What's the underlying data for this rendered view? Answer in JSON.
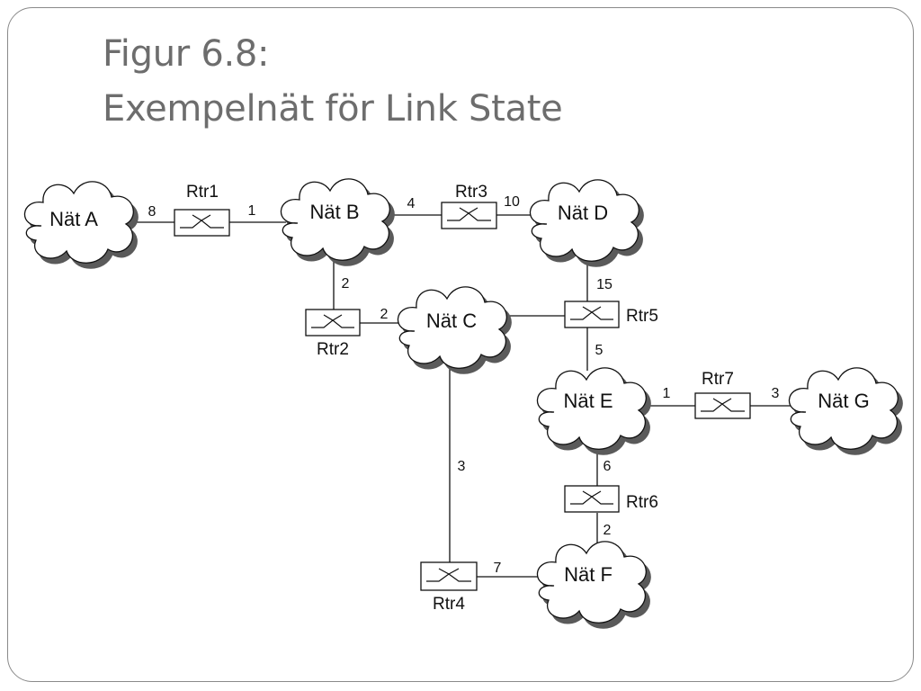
{
  "title": {
    "line1": "Figur 6.8:",
    "line2": "Exempelnät för Link State"
  },
  "networks": {
    "A": "Nät A",
    "B": "Nät B",
    "C": "Nät C",
    "D": "Nät D",
    "E": "Nät E",
    "F": "Nät F",
    "G": "Nät G"
  },
  "routers": {
    "rtr1": "Rtr1",
    "rtr2": "Rtr2",
    "rtr3": "Rtr3",
    "rtr4": "Rtr4",
    "rtr5": "Rtr5",
    "rtr6": "Rtr6",
    "rtr7": "Rtr7"
  },
  "links": [
    {
      "router": "Rtr1",
      "network": "Nät A",
      "cost": "8"
    },
    {
      "router": "Rtr1",
      "network": "Nät B",
      "cost": "1"
    },
    {
      "router": "Rtr2",
      "network": "Nät B",
      "cost": "2"
    },
    {
      "router": "Rtr2",
      "network": "Nät C",
      "cost": "2"
    },
    {
      "router": "Rtr3",
      "network": "Nät B",
      "cost": "4"
    },
    {
      "router": "Rtr3",
      "network": "Nät D",
      "cost": "10"
    },
    {
      "router": "Rtr4",
      "network": "Nät C",
      "cost": "3"
    },
    {
      "router": "Rtr4",
      "network": "Nät F",
      "cost": "7"
    },
    {
      "router": "Rtr5",
      "network": "Nät D",
      "cost": "15"
    },
    {
      "router": "Rtr5",
      "network": "Nät E",
      "cost": "5"
    },
    {
      "router": "Rtr5",
      "network": "Nät C",
      "cost": ""
    },
    {
      "router": "Rtr6",
      "network": "Nät E",
      "cost": "6"
    },
    {
      "router": "Rtr6",
      "network": "Nät F",
      "cost": "2"
    },
    {
      "router": "Rtr7",
      "network": "Nät E",
      "cost": "1"
    },
    {
      "router": "Rtr7",
      "network": "Nät G",
      "cost": "3"
    }
  ]
}
